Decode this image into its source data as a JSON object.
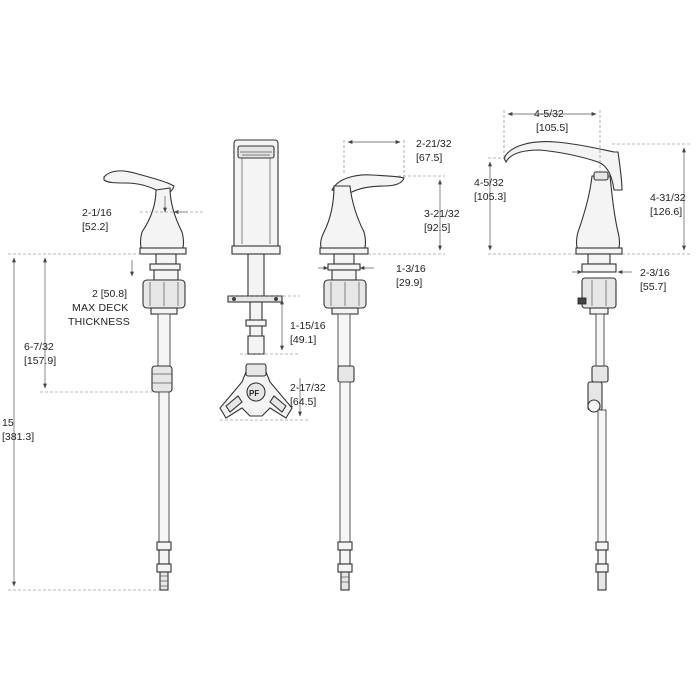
{
  "dimensions": {
    "handle_height": {
      "imperial": "2-1/16",
      "metric": "[52.2]"
    },
    "deck_thickness": {
      "value": "2 [50.8]",
      "line1": "MAX DECK",
      "line2": "THICKNESS"
    },
    "valve_drop": {
      "imperial": "6-7/32",
      "metric": "[157.9]"
    },
    "overall_length": {
      "imperial": "15",
      "metric": "[381.3]"
    },
    "shank_length": {
      "imperial": "1-15/16",
      "metric": "[49.1]"
    },
    "connector_width": {
      "imperial": "2-17/32",
      "metric": "[64.5]"
    },
    "handle_reach": {
      "imperial": "2-21/32",
      "metric": "[67.5]"
    },
    "handle_rise": {
      "imperial": "3-21/32",
      "metric": "[92.5]"
    },
    "handle_base": {
      "imperial": "1-3/16",
      "metric": "[29.9]"
    },
    "spout_reach": {
      "imperial": "4-5/32",
      "metric": "[105.5]"
    },
    "spout_clearance": {
      "imperial": "4-5/32",
      "metric": "[105.3]"
    },
    "spout_height": {
      "imperial": "4-31/32",
      "metric": "[126.6]"
    },
    "spout_base": {
      "imperial": "2-3/16",
      "metric": "[55.7]"
    }
  },
  "logo_text": "PF"
}
